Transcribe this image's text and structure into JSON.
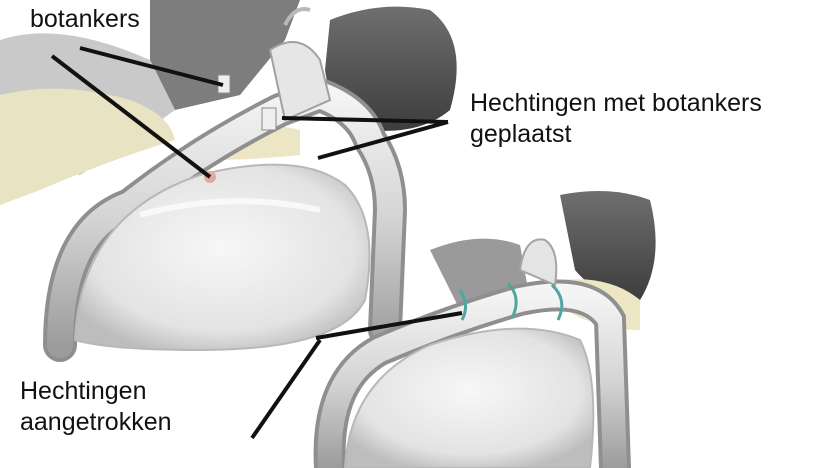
{
  "labels": {
    "botankers": "botankers",
    "sutures_placed": {
      "line1": "Hechtingen met botankers",
      "line2": "geplaatst"
    },
    "sutures_tightened": {
      "line1": "Hechtingen",
      "line2": "aangetrokken"
    }
  },
  "colors": {
    "background": "#ffffff",
    "text": "#111111",
    "leader_line": "#111111",
    "bone_light": "#e9e9e9",
    "bone_shade": "#9a9a9a",
    "tissue_yellow": "#e8e3c2",
    "suture_teal": "#4fa6a0",
    "anchor_tip": "#e3a9a0"
  }
}
